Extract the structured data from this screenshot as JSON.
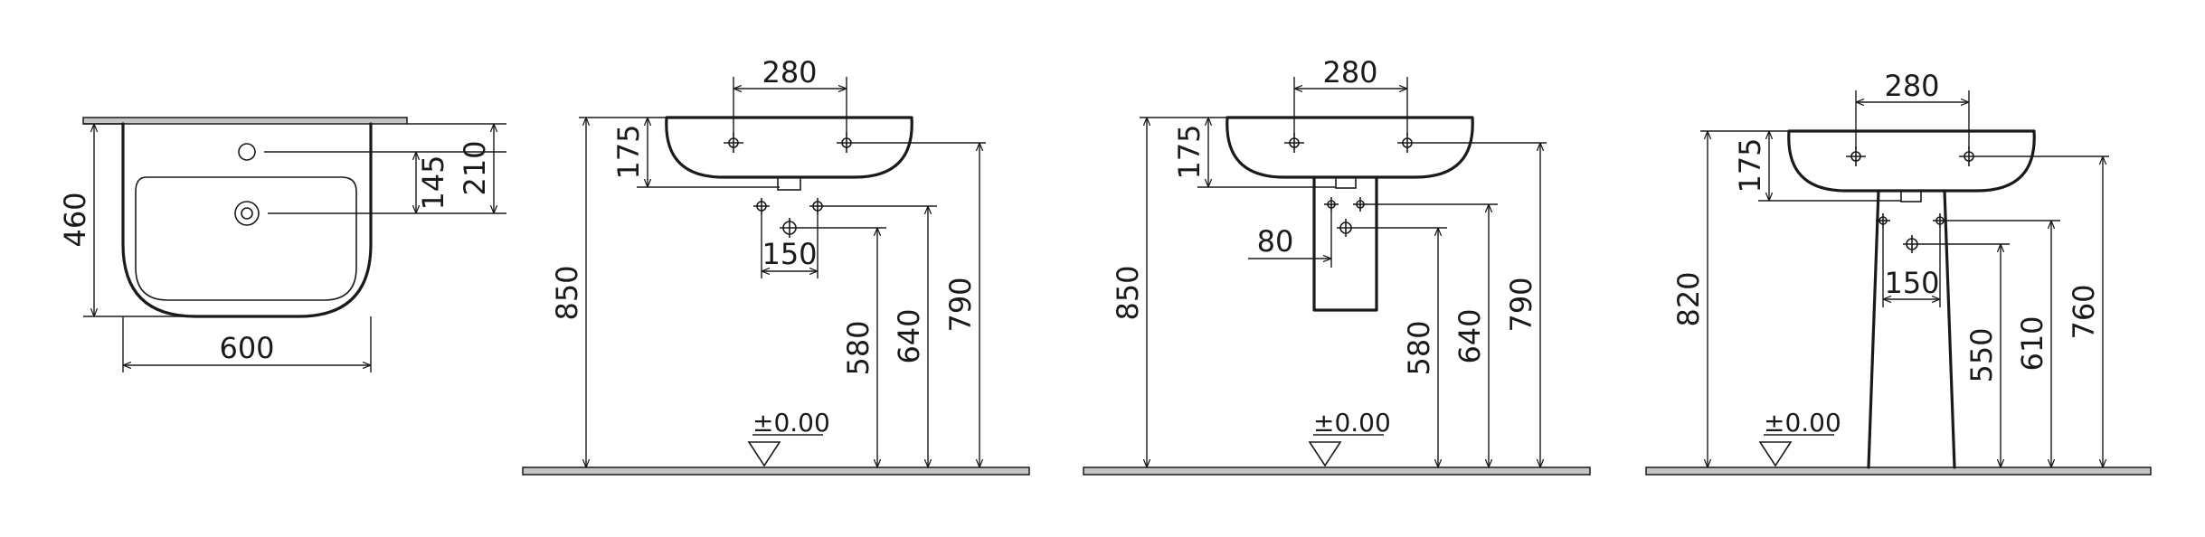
{
  "colors": {
    "line": "#1a1a1a",
    "floor": "#c4c4c4",
    "background": "#ffffff"
  },
  "plan_view": {
    "width": "600",
    "depth": "460",
    "tap_hole_to_wall": "210",
    "waste_to_tap": "145"
  },
  "view_wall_hung": {
    "holes_spacing": "280",
    "rim_drop": "175",
    "waste_spacing": "150",
    "rim_height": "850",
    "waste_height": "580",
    "supply_height": "640",
    "fixing_height": "790",
    "level": "±0.00"
  },
  "view_half_pedestal": {
    "holes_spacing": "280",
    "rim_drop": "175",
    "waste_offset": "80",
    "rim_height": "850",
    "waste_height": "580",
    "supply_height": "640",
    "fixing_height": "790",
    "level": "±0.00"
  },
  "view_full_pedestal": {
    "holes_spacing": "280",
    "rim_drop": "175",
    "waste_spacing": "150",
    "rim_height": "820",
    "waste_height": "550",
    "supply_height": "610",
    "fixing_height": "760",
    "level": "±0.00"
  }
}
